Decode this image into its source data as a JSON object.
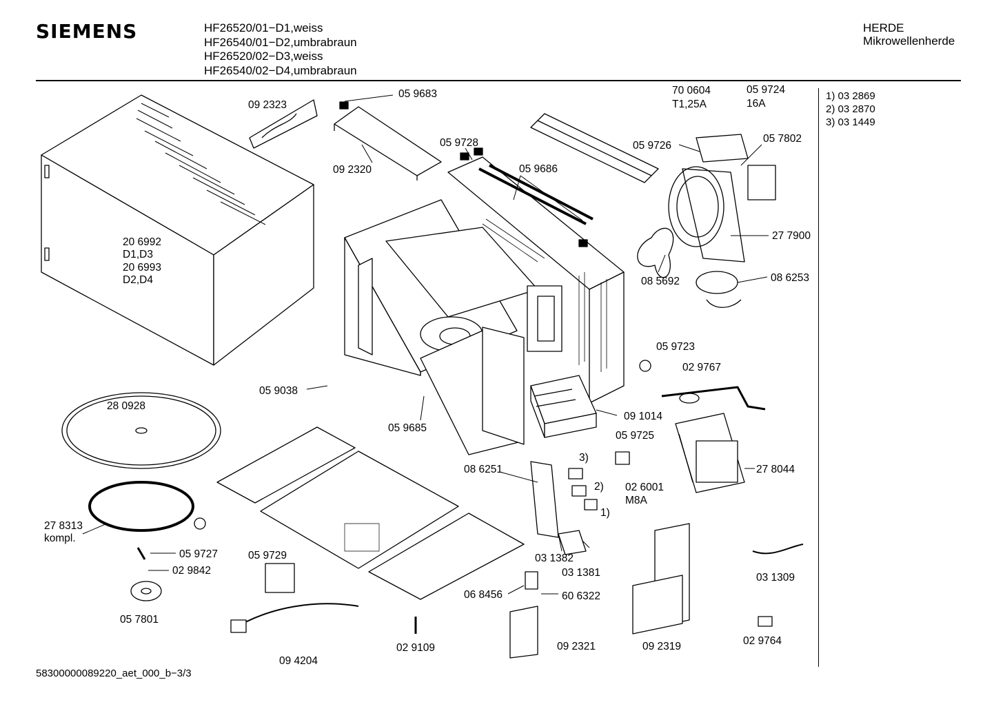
{
  "header": {
    "brand": "SIEMENS",
    "models": [
      "HF26520/01−D1,weiss",
      "HF26540/01−D2,umbrabraun",
      "HF26520/02−D3,weiss",
      "HF26540/02−D4,umbrabraun"
    ],
    "category_line1": "HERDE",
    "category_line2": "Mikrowellenherde"
  },
  "notes": [
    "1)  03 2869",
    "2)  03 2870",
    "3)  03 1449"
  ],
  "footer": "58300000089220_aet_000_b−3/3",
  "parts": {
    "p092323": "09 2323",
    "p059683": "05 9683",
    "p700604": "70 0604",
    "p700604b": "T1,25A",
    "p059724": "05 9724",
    "p059724b": "16A",
    "p059728": "05 9728",
    "p092320": "09 2320",
    "p059686": "05 9686",
    "p059726": "05 9726",
    "p057802": "05 7802",
    "p206992": "20 6992",
    "p206992b": "D1,D3",
    "p206993": "20 6993",
    "p206993b": "D2,D4",
    "p277900": "27 7900",
    "p086253": "08 6253",
    "p085692": "08 5692",
    "p059723": "05 9723",
    "p029767": "02 9767",
    "p059038": "05 9038",
    "p280928": "28 0928",
    "p059685": "05 9685",
    "p091014": "09 1014",
    "p059725": "05 9725",
    "n3": "3)",
    "p086251": "08 6251",
    "n2": "2)",
    "p026001": "02 6001",
    "p026001b": "M8A",
    "p278044": "27 8044",
    "n1": "1)",
    "p278313": "27 8313",
    "p278313b": "kompl.",
    "p059727": "05 9727",
    "p029842": "02 9842",
    "p059729": "05 9729",
    "p031382": "03 1382",
    "p031381": "03 1381",
    "p031309": "03 1309",
    "p068456": "06 8456",
    "p606322": "60 6322",
    "p057801": "05 7801",
    "p029109": "02 9109",
    "p092321": "09 2321",
    "p092319": "09 2319",
    "p029764": "02 9764",
    "p094204": "09 4204"
  }
}
